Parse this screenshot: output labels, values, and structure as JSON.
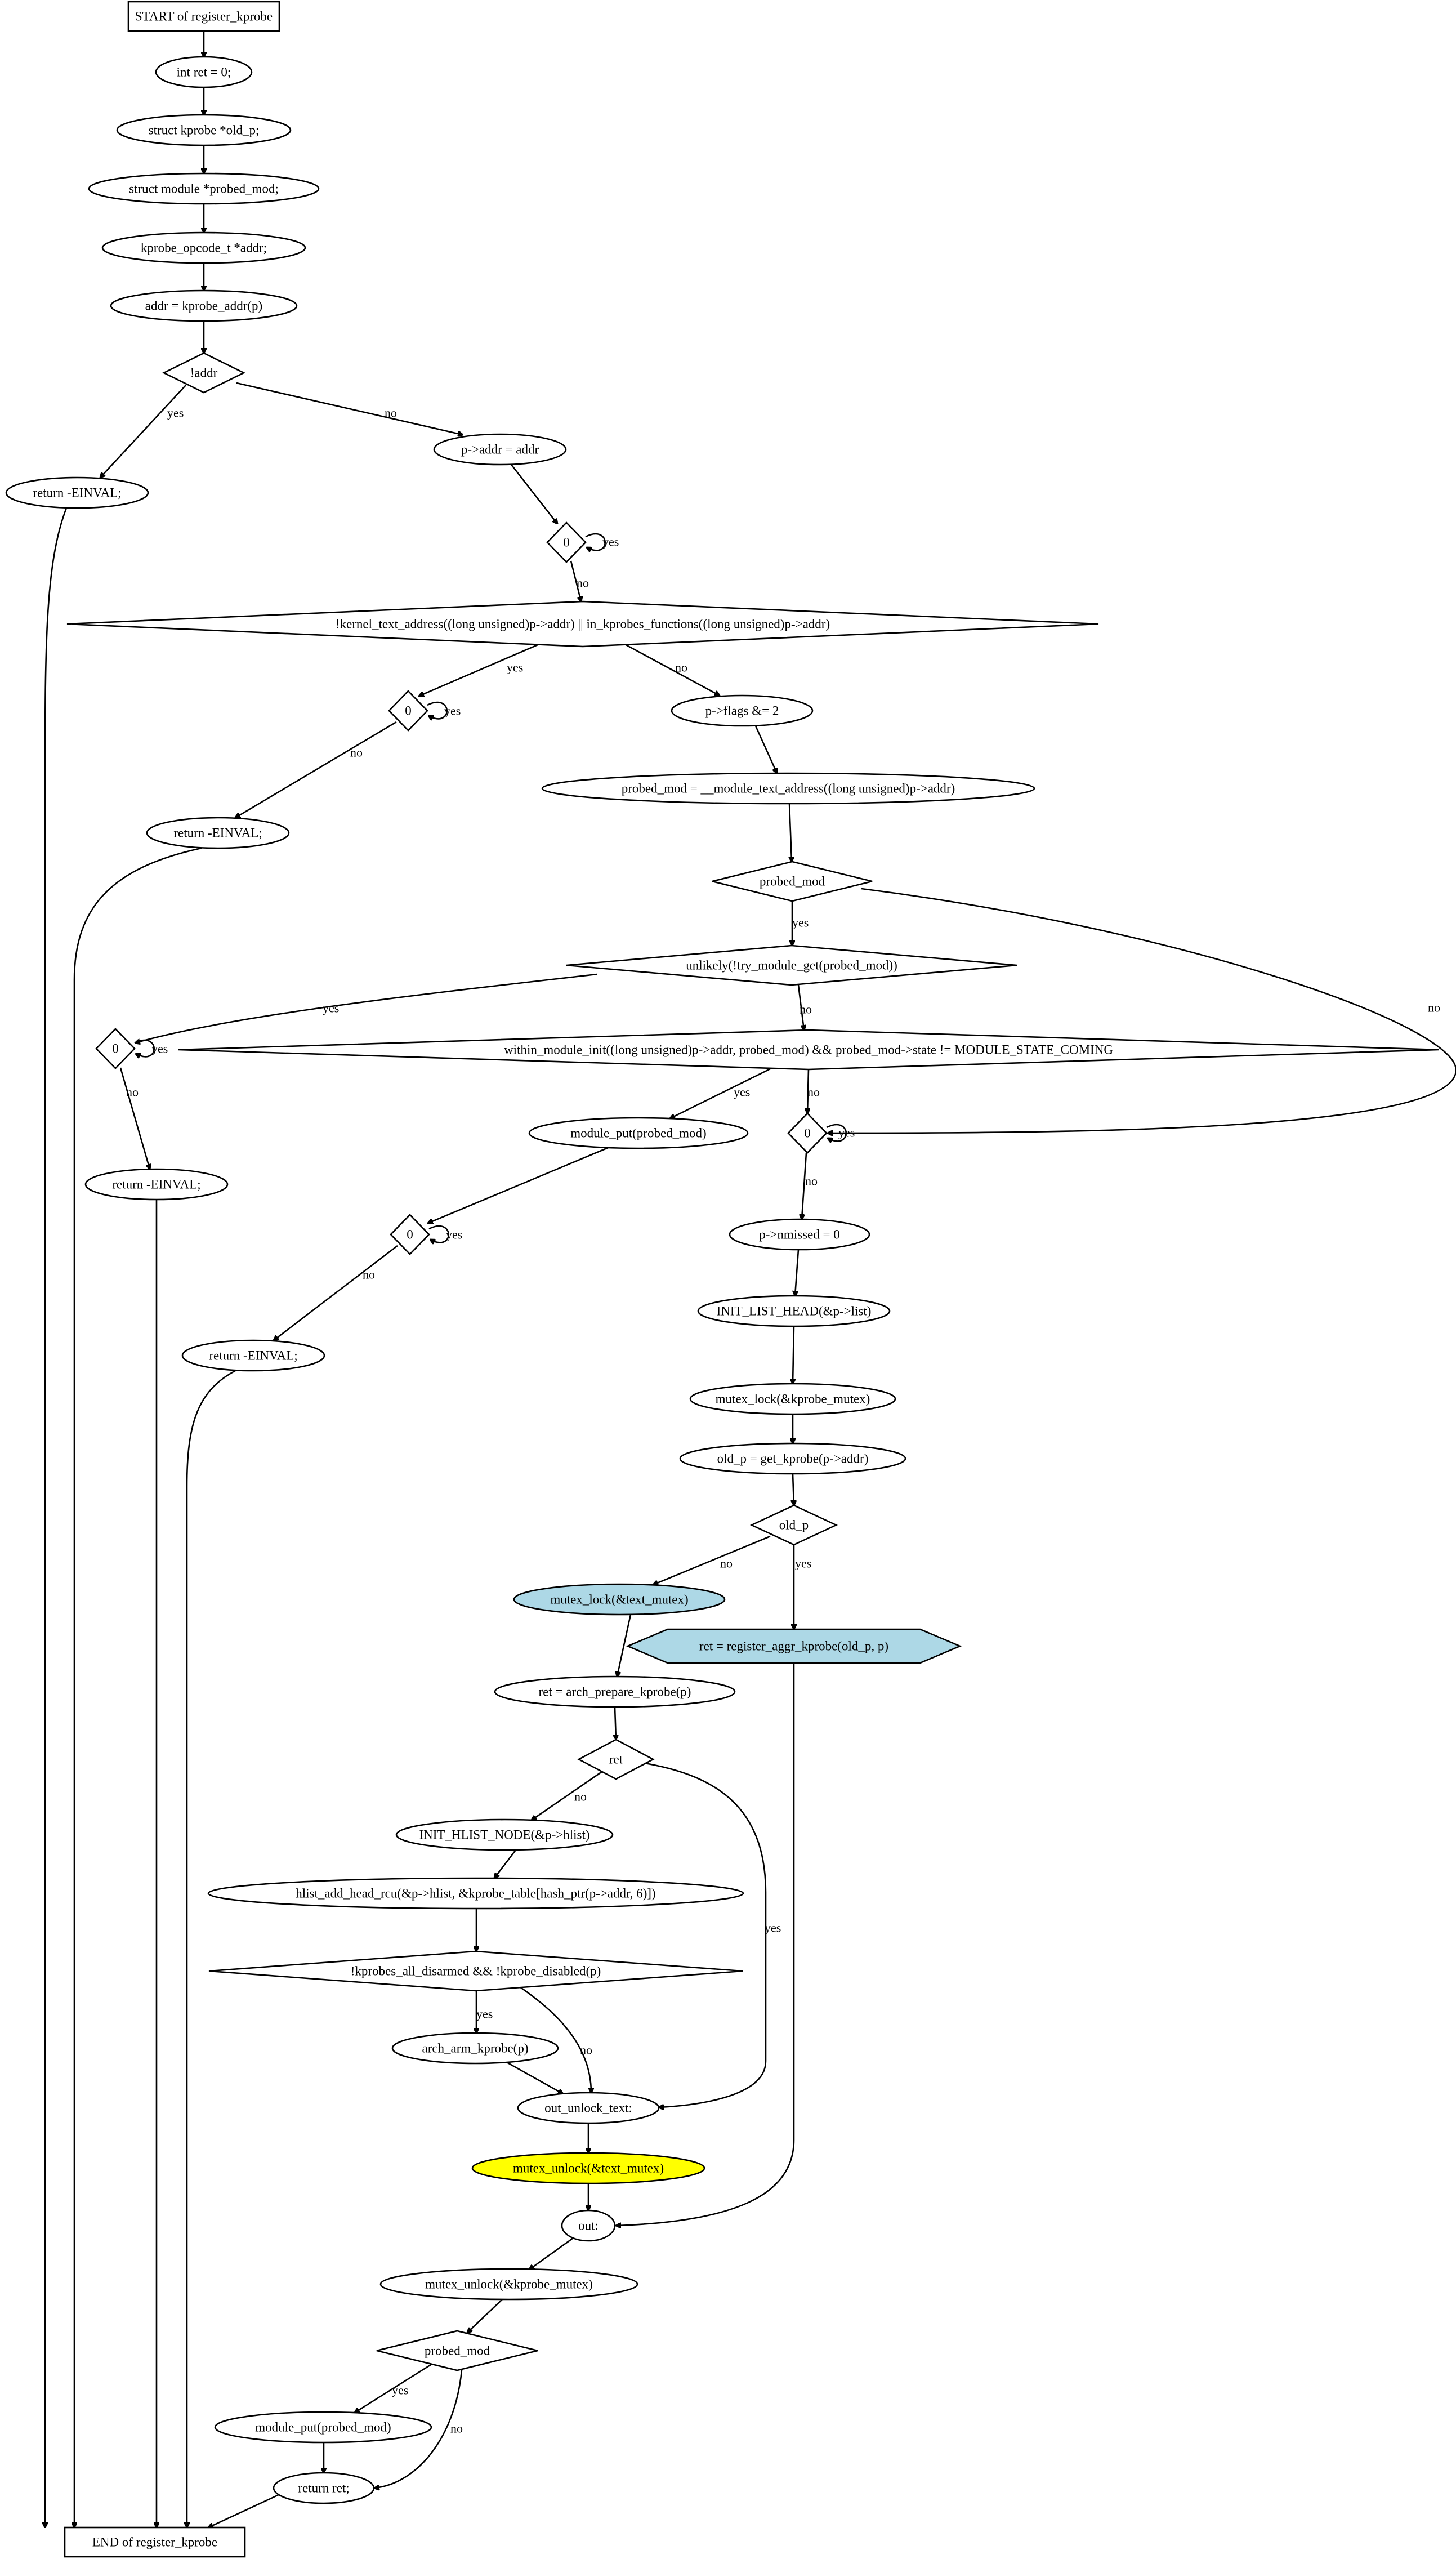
{
  "colors": {
    "background": "#ffffff",
    "stroke": "#000000",
    "default_fill": "#ffffff",
    "highlight_blue": "#add8e6",
    "highlight_yellow": "#ffff00"
  },
  "nodes": [
    {
      "id": "start",
      "shape": "box",
      "label": "START of register_kprobe"
    },
    {
      "id": "n_ret0",
      "shape": "ellipse",
      "label": "int ret = 0;"
    },
    {
      "id": "n_oldp",
      "shape": "ellipse",
      "label": "struct kprobe *old_p;"
    },
    {
      "id": "n_probedmod_decl",
      "shape": "ellipse",
      "label": "struct module *probed_mod;"
    },
    {
      "id": "n_addr_decl",
      "shape": "ellipse",
      "label": "kprobe_opcode_t *addr;"
    },
    {
      "id": "n_addr_assign",
      "shape": "ellipse",
      "label": "addr = kprobe_addr(p)"
    },
    {
      "id": "d_addr",
      "shape": "diamond",
      "label": "!addr"
    },
    {
      "id": "n_ret_einval1",
      "shape": "ellipse",
      "label": "return -EINVAL;"
    },
    {
      "id": "n_paddr",
      "shape": "ellipse",
      "label": "p->addr = addr"
    },
    {
      "id": "d_zero1",
      "shape": "diamond",
      "label": "0"
    },
    {
      "id": "d_kernel_text",
      "shape": "diamond",
      "label": "!kernel_text_address((long unsigned)p->addr) || in_kprobes_functions((long unsigned)p->addr)"
    },
    {
      "id": "d_zero2",
      "shape": "diamond",
      "label": "0"
    },
    {
      "id": "n_pflags",
      "shape": "ellipse",
      "label": "p->flags &= 2"
    },
    {
      "id": "n_ret_einval2",
      "shape": "ellipse",
      "label": "return -EINVAL;"
    },
    {
      "id": "n_probedmod_assign",
      "shape": "ellipse",
      "label": "probed_mod = __module_text_address((long unsigned)p->addr)"
    },
    {
      "id": "d_probedmod",
      "shape": "diamond",
      "label": "probed_mod"
    },
    {
      "id": "d_trymod",
      "shape": "diamond",
      "label": "unlikely(!try_module_get(probed_mod))"
    },
    {
      "id": "d_zero3",
      "shape": "diamond",
      "label": "0"
    },
    {
      "id": "d_within",
      "shape": "diamond",
      "label": "within_module_init((long unsigned)p->addr, probed_mod) && probed_mod->state != MODULE_STATE_COMING"
    },
    {
      "id": "n_ret_einval3",
      "shape": "ellipse",
      "label": "return -EINVAL;"
    },
    {
      "id": "n_moduleput1",
      "shape": "ellipse",
      "label": "module_put(probed_mod)"
    },
    {
      "id": "d_zero4",
      "shape": "diamond",
      "label": "0"
    },
    {
      "id": "d_zero5",
      "shape": "diamond",
      "label": "0"
    },
    {
      "id": "n_ret_einval4",
      "shape": "ellipse",
      "label": "return -EINVAL;"
    },
    {
      "id": "n_nmissed",
      "shape": "ellipse",
      "label": "p->nmissed = 0"
    },
    {
      "id": "n_initlist",
      "shape": "ellipse",
      "label": "INIT_LIST_HEAD(&p->list)"
    },
    {
      "id": "n_mutexlock_kprobe",
      "shape": "ellipse",
      "label": "mutex_lock(&kprobe_mutex)"
    },
    {
      "id": "n_getkprobe",
      "shape": "ellipse",
      "label": "old_p = get_kprobe(p->addr)"
    },
    {
      "id": "d_oldp",
      "shape": "diamond",
      "label": "old_p"
    },
    {
      "id": "n_mutexlock_text",
      "shape": "ellipse",
      "label": "mutex_lock(&text_mutex)",
      "fill": "#add8e6"
    },
    {
      "id": "n_register_aggr",
      "shape": "hexagon",
      "label": "ret = register_aggr_kprobe(old_p, p)",
      "fill": "#add8e6",
      "stroke": "#ffff00"
    },
    {
      "id": "n_arch_prepare",
      "shape": "ellipse",
      "label": "ret = arch_prepare_kprobe(p)"
    },
    {
      "id": "d_ret",
      "shape": "diamond",
      "label": "ret"
    },
    {
      "id": "n_init_hlist",
      "shape": "ellipse",
      "label": "INIT_HLIST_NODE(&p->hlist)"
    },
    {
      "id": "n_hlist_add",
      "shape": "ellipse",
      "label": "hlist_add_head_rcu(&p->hlist, &kprobe_table[hash_ptr(p->addr, 6)])"
    },
    {
      "id": "d_disarmed",
      "shape": "diamond",
      "label": "!kprobes_all_disarmed && !kprobe_disabled(p)"
    },
    {
      "id": "n_arch_arm",
      "shape": "ellipse",
      "label": "arch_arm_kprobe(p)"
    },
    {
      "id": "n_out_unlock",
      "shape": "ellipse",
      "label": "out_unlock_text:"
    },
    {
      "id": "n_mutex_unlock_text",
      "shape": "ellipse",
      "label": "mutex_unlock(&text_mutex)",
      "fill": "#ffff00"
    },
    {
      "id": "n_out",
      "shape": "ellipse",
      "label": "out:"
    },
    {
      "id": "n_mutex_unlock_kprobe",
      "shape": "ellipse",
      "label": "mutex_unlock(&kprobe_mutex)"
    },
    {
      "id": "d_probedmod2",
      "shape": "diamond",
      "label": "probed_mod"
    },
    {
      "id": "n_moduleput2",
      "shape": "ellipse",
      "label": "module_put(probed_mod)"
    },
    {
      "id": "n_return_ret",
      "shape": "ellipse",
      "label": "return ret;"
    },
    {
      "id": "end",
      "shape": "box",
      "label": "END of register_kprobe"
    }
  ],
  "edges": [
    {
      "from": "start",
      "to": "n_ret0",
      "label": ""
    },
    {
      "from": "n_ret0",
      "to": "n_oldp",
      "label": ""
    },
    {
      "from": "n_oldp",
      "to": "n_probedmod_decl",
      "label": ""
    },
    {
      "from": "n_probedmod_decl",
      "to": "n_addr_decl",
      "label": ""
    },
    {
      "from": "n_addr_decl",
      "to": "n_addr_assign",
      "label": ""
    },
    {
      "from": "n_addr_assign",
      "to": "d_addr",
      "label": ""
    },
    {
      "from": "d_addr",
      "to": "n_ret_einval1",
      "label": "yes"
    },
    {
      "from": "d_addr",
      "to": "n_paddr",
      "label": "no"
    },
    {
      "from": "n_ret_einval1",
      "to": "end",
      "label": ""
    },
    {
      "from": "n_paddr",
      "to": "d_zero1",
      "label": ""
    },
    {
      "from": "d_zero1",
      "to": "d_zero1",
      "label": "yes"
    },
    {
      "from": "d_zero1",
      "to": "d_kernel_text",
      "label": "no"
    },
    {
      "from": "d_kernel_text",
      "to": "d_zero2",
      "label": "yes"
    },
    {
      "from": "d_kernel_text",
      "to": "n_pflags",
      "label": "no"
    },
    {
      "from": "d_zero2",
      "to": "d_zero2",
      "label": "yes"
    },
    {
      "from": "d_zero2",
      "to": "n_ret_einval2",
      "label": "no"
    },
    {
      "from": "n_ret_einval2",
      "to": "end",
      "label": ""
    },
    {
      "from": "n_pflags",
      "to": "n_probedmod_assign",
      "label": ""
    },
    {
      "from": "n_probedmod_assign",
      "to": "d_probedmod",
      "label": ""
    },
    {
      "from": "d_probedmod",
      "to": "d_trymod",
      "label": "yes"
    },
    {
      "from": "d_probedmod",
      "to": "d_zero5",
      "label": "no"
    },
    {
      "from": "d_trymod",
      "to": "d_zero3",
      "label": "yes"
    },
    {
      "from": "d_trymod",
      "to": "d_within",
      "label": "no"
    },
    {
      "from": "d_zero3",
      "to": "d_zero3",
      "label": "yes"
    },
    {
      "from": "d_zero3",
      "to": "n_ret_einval3",
      "label": "no"
    },
    {
      "from": "n_ret_einval3",
      "to": "end",
      "label": ""
    },
    {
      "from": "d_within",
      "to": "n_moduleput1",
      "label": "yes"
    },
    {
      "from": "d_within",
      "to": "d_zero5",
      "label": "no"
    },
    {
      "from": "n_moduleput1",
      "to": "d_zero4",
      "label": ""
    },
    {
      "from": "d_zero4",
      "to": "d_zero4",
      "label": "yes"
    },
    {
      "from": "d_zero4",
      "to": "n_ret_einval4",
      "label": "no"
    },
    {
      "from": "n_ret_einval4",
      "to": "end",
      "label": ""
    },
    {
      "from": "d_zero5",
      "to": "d_zero5",
      "label": "yes"
    },
    {
      "from": "d_zero5",
      "to": "n_nmissed",
      "label": "no"
    },
    {
      "from": "n_nmissed",
      "to": "n_initlist",
      "label": ""
    },
    {
      "from": "n_initlist",
      "to": "n_mutexlock_kprobe",
      "label": ""
    },
    {
      "from": "n_mutexlock_kprobe",
      "to": "n_getkprobe",
      "label": ""
    },
    {
      "from": "n_getkprobe",
      "to": "d_oldp",
      "label": ""
    },
    {
      "from": "d_oldp",
      "to": "n_mutexlock_text",
      "label": "no"
    },
    {
      "from": "d_oldp",
      "to": "n_register_aggr",
      "label": "yes"
    },
    {
      "from": "n_mutexlock_text",
      "to": "n_arch_prepare",
      "label": ""
    },
    {
      "from": "n_register_aggr",
      "to": "n_out",
      "label": ""
    },
    {
      "from": "n_arch_prepare",
      "to": "d_ret",
      "label": ""
    },
    {
      "from": "d_ret",
      "to": "n_init_hlist",
      "label": "no"
    },
    {
      "from": "d_ret",
      "to": "n_out_unlock",
      "label": "yes"
    },
    {
      "from": "n_init_hlist",
      "to": "n_hlist_add",
      "label": ""
    },
    {
      "from": "n_hlist_add",
      "to": "d_disarmed",
      "label": ""
    },
    {
      "from": "d_disarmed",
      "to": "n_arch_arm",
      "label": "yes"
    },
    {
      "from": "d_disarmed",
      "to": "n_out_unlock",
      "label": "no"
    },
    {
      "from": "n_arch_arm",
      "to": "n_out_unlock",
      "label": ""
    },
    {
      "from": "n_out_unlock",
      "to": "n_mutex_unlock_text",
      "label": ""
    },
    {
      "from": "n_mutex_unlock_text",
      "to": "n_out",
      "label": ""
    },
    {
      "from": "n_out",
      "to": "n_mutex_unlock_kprobe",
      "label": ""
    },
    {
      "from": "n_mutex_unlock_kprobe",
      "to": "d_probedmod2",
      "label": ""
    },
    {
      "from": "d_probedmod2",
      "to": "n_moduleput2",
      "label": "yes"
    },
    {
      "from": "d_probedmod2",
      "to": "n_return_ret",
      "label": "no"
    },
    {
      "from": "n_moduleput2",
      "to": "n_return_ret",
      "label": ""
    },
    {
      "from": "n_return_ret",
      "to": "end",
      "label": ""
    }
  ]
}
